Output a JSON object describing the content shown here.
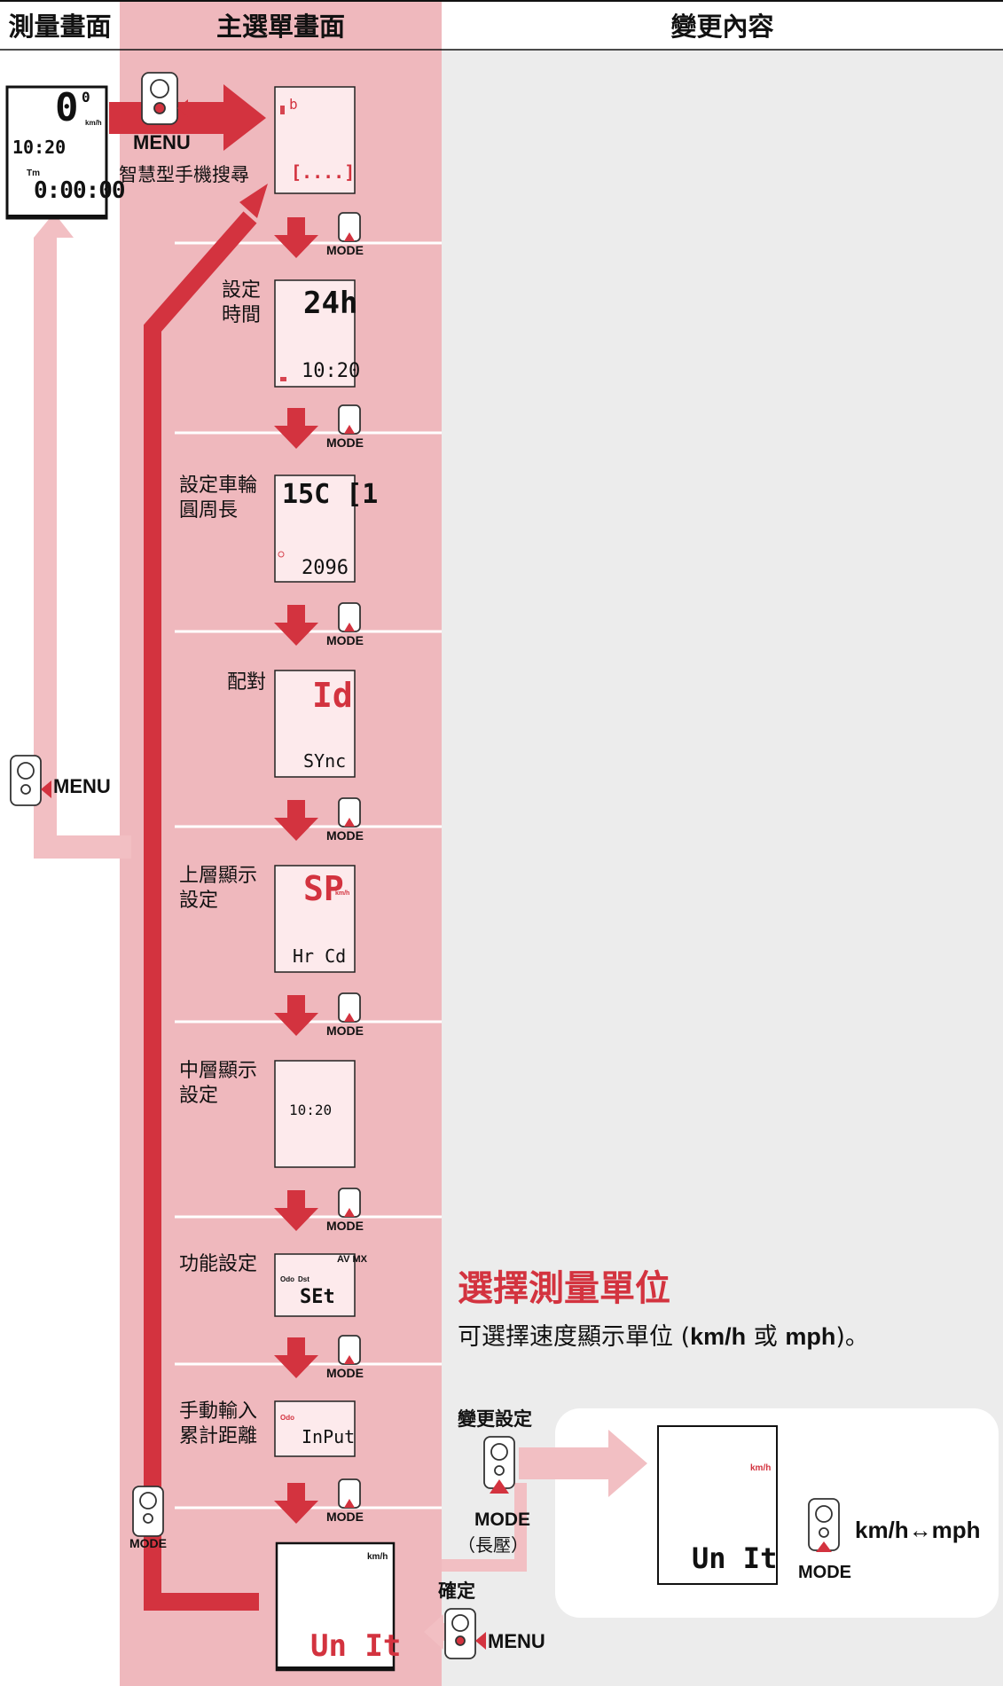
{
  "headers": {
    "measure_screen": "測量畫面",
    "main_menu_screen": "主選單畫面",
    "change_content": "變更內容"
  },
  "measure_display": {
    "speed": "0",
    "speed_sup": "0",
    "speed_unit": "km/h",
    "clock": "10:20",
    "tm_label": "Tm",
    "timer": "0:00:00"
  },
  "buttons": {
    "menu": "MENU",
    "mode": "MODE",
    "mode_long_press": "（長壓）",
    "change_setting": "變更設定",
    "confirm": "確定"
  },
  "menu_items": [
    {
      "label": [
        "智慧型手機搜尋"
      ],
      "lcd_top": "b",
      "lcd_bottom": "[....]"
    },
    {
      "label": [
        "設定",
        "時間"
      ],
      "lcd_top": "24h",
      "lcd_bottom": "10:20"
    },
    {
      "label": [
        "設定車輪",
        "圓周長"
      ],
      "lcd_top": "15C [1",
      "lcd_bottom": "2096"
    },
    {
      "label": [
        "配對"
      ],
      "lcd_top": "Id",
      "lcd_bottom": "SYnc"
    },
    {
      "label": [
        "上層顯示",
        "設定"
      ],
      "lcd_top": "SP",
      "lcd_bottom": "Hr Cd"
    },
    {
      "label": [
        "中層顯示",
        "設定"
      ],
      "lcd_top": "",
      "lcd_bottom": "10:20"
    },
    {
      "label": [
        "功能設定"
      ],
      "lcd_top": "AV MX",
      "lcd_bottom": "SEt"
    },
    {
      "label": [
        "手動輸入",
        "累計距離"
      ],
      "lcd_top": "Odo",
      "lcd_bottom": "InPut"
    }
  ],
  "lcd_small_labels": {
    "kmh": "km/h",
    "odo": "Odo",
    "dst": "Dst",
    "av": "AV",
    "mx": "MX"
  },
  "unit_screen": {
    "text": "Un It",
    "unit": "km/h"
  },
  "section": {
    "title": "選擇測量單位",
    "desc_prefix": "可選擇速度顯示單位 (",
    "desc_kmh": "km/h",
    "desc_or": " 或 ",
    "desc_mph": "mph",
    "desc_suffix": ")。"
  },
  "toggle_label": "km/h↔mph",
  "colors": {
    "accent": "#d3333f",
    "pink_col": "#efb8bd",
    "light_arrow": "#f2bfc3",
    "gray": "#ececec"
  }
}
